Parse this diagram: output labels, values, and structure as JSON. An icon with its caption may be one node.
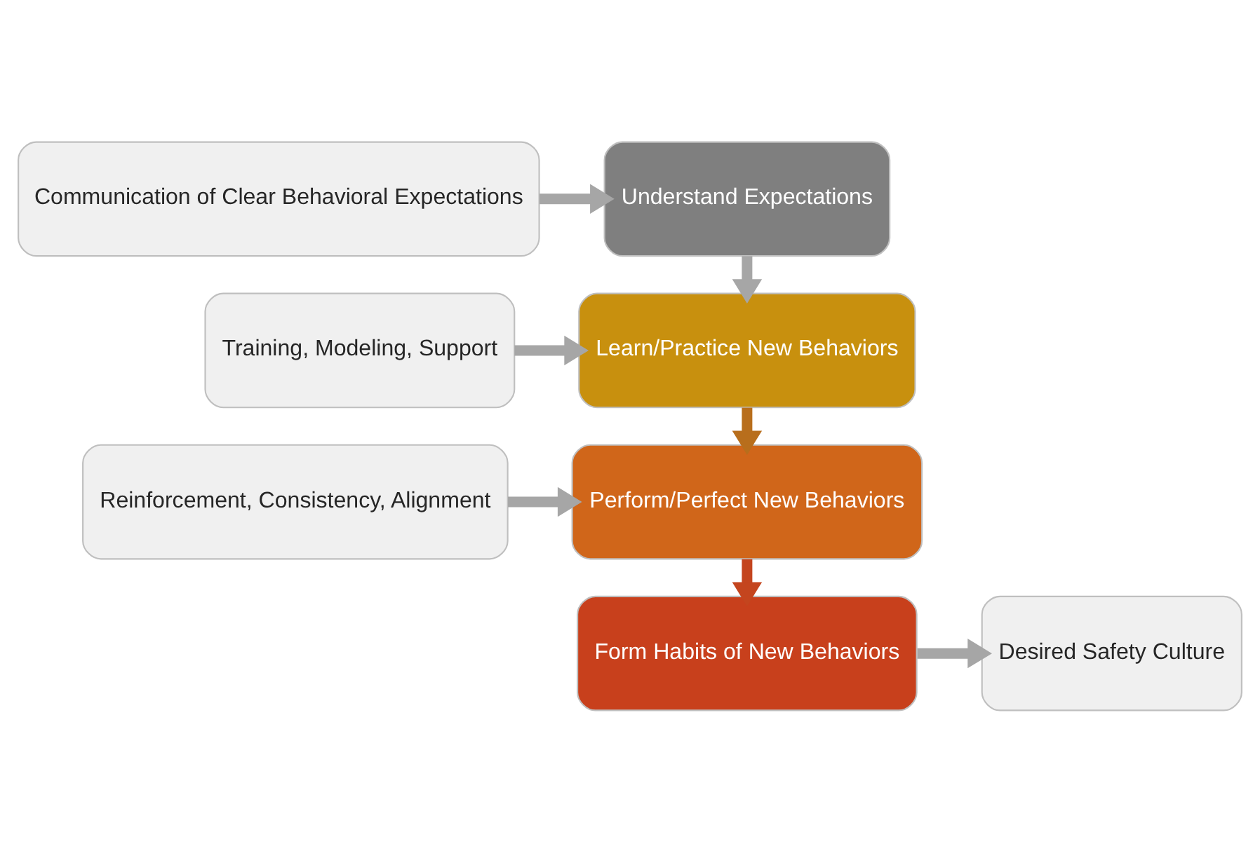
{
  "diagram": {
    "nodes": [
      {
        "text": [
          "Communication of Clear Behavioral Expectations"
        ]
      },
      {
        "text": [
          "Understand Expectations"
        ]
      },
      {
        "text": [
          "Training, Modeling, Support"
        ]
      },
      {
        "text": [
          "Learn/Practice New Behaviors"
        ]
      },
      {
        "text": [
          "Reinforcement, Consistency, Alignment"
        ]
      },
      {
        "text": [
          "Perform/Perfect New Behaviors"
        ]
      },
      {
        "text": [
          "Form Habits of New Behaviors"
        ]
      },
      {
        "text": [
          "Desired Safety Culture"
        ]
      }
    ],
    "edges": [
      {
        "from": 0,
        "to": 1,
        "arrow": "to"
      },
      {
        "from": 1,
        "to": 3,
        "arrow": "to"
      },
      {
        "from": 2,
        "to": 3,
        "arrow": "to"
      },
      {
        "from": 3,
        "to": 5,
        "arrow": "to",
        "color": "#b86e1c"
      },
      {
        "from": 4,
        "to": 5,
        "arrow": "to"
      },
      {
        "from": 5,
        "to": 6,
        "arrow": "to",
        "color": "#c4451e"
      },
      {
        "from": 6,
        "to": 7,
        "arrow": "to"
      }
    ]
  }
}
